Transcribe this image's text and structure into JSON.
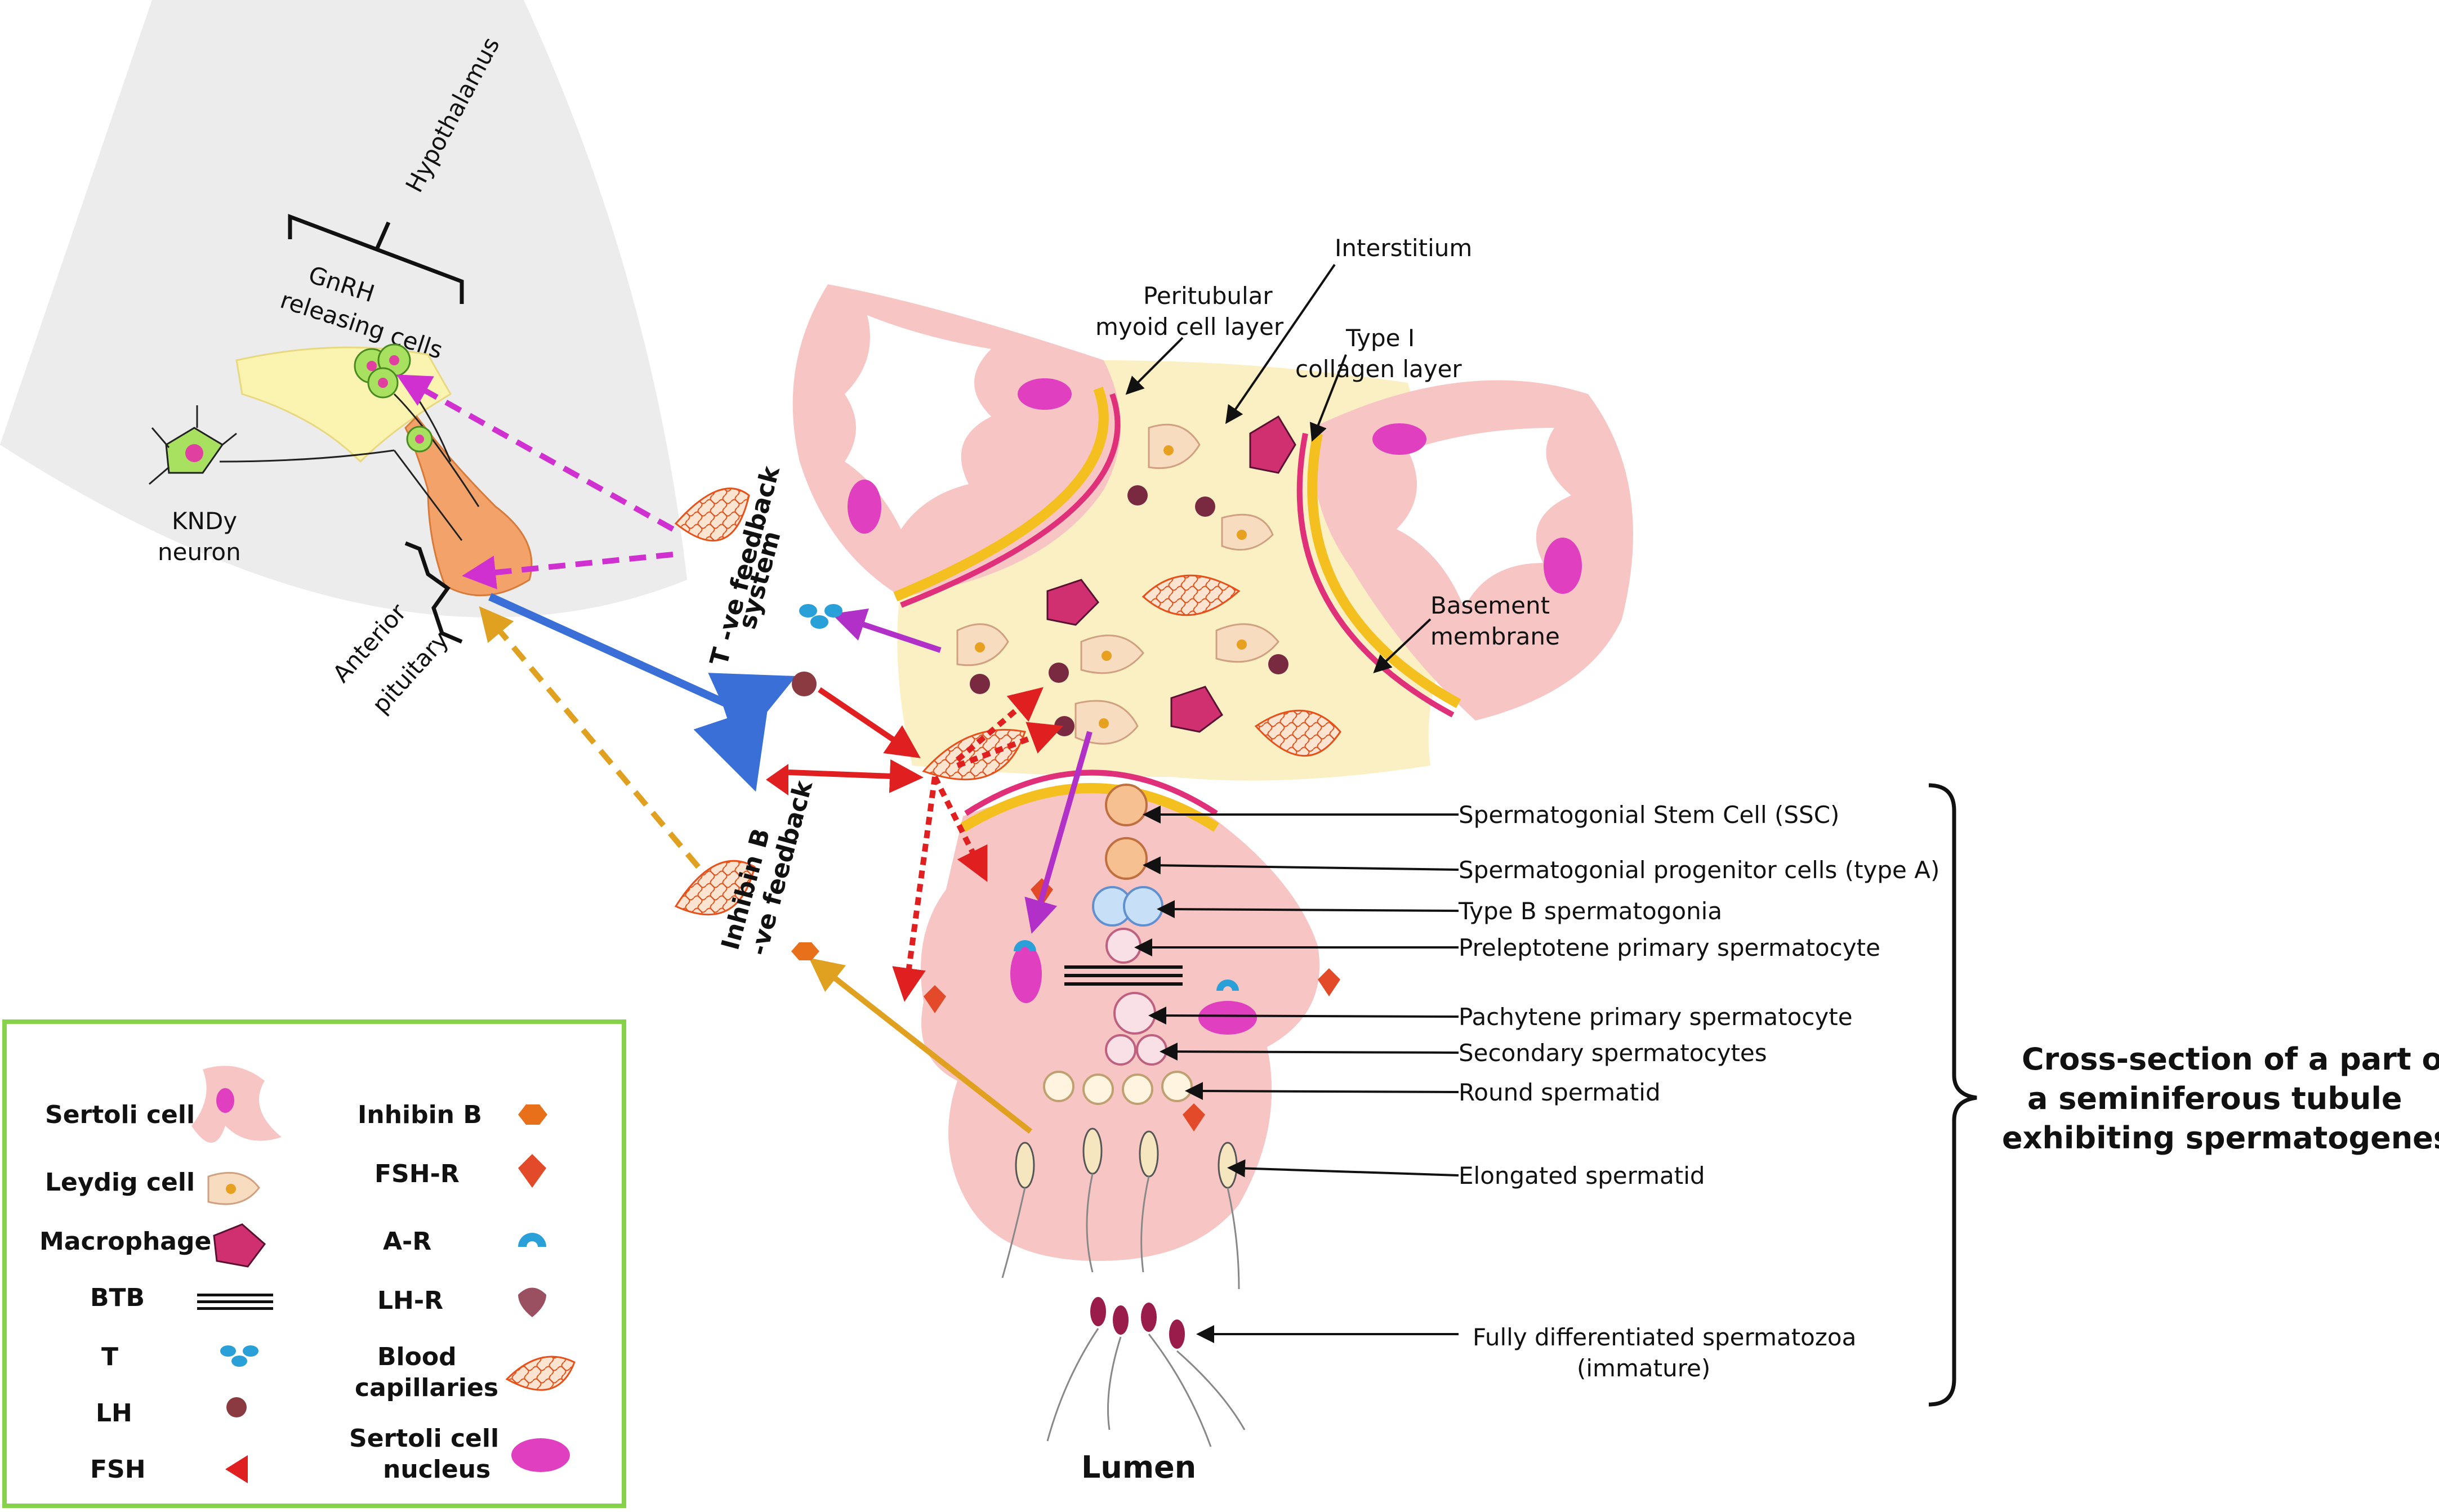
{
  "brain": {
    "hypothalamus": "Hypothalamus",
    "gnrh_line1": "GnRH",
    "gnrh_line2": "releasing cells",
    "kndy_line1": "KNDy",
    "kndy_line2": "neuron",
    "ant_line1": "Anterior",
    "ant_line2": "pituitary"
  },
  "feedback": {
    "t_line1": "T -ve feedback",
    "t_line2": "system",
    "inh_line1": "Inhibin B",
    "inh_line2": "-ve feedback"
  },
  "tubule_labels": {
    "peritubular_line1": "Peritubular",
    "peritubular_line2": "myoid cell layer",
    "interstitium": "Interstitium",
    "collagen_line1": "Type I",
    "collagen_line2": "collagen layer",
    "basement_line1": "Basement",
    "basement_line2": "membrane",
    "lumen": "Lumen"
  },
  "stages": [
    "Spermatogonial Stem Cell (SSC)",
    "Spermatogonial progenitor cells (type A)",
    "Type B spermatogonia",
    "Preleptotene primary spermatocyte",
    "Pachytene primary spermatocyte",
    "Secondary spermatocytes",
    "Round spermatid",
    "Elongated spermatid"
  ],
  "spermatozoa_line1": "Fully differentiated spermatozoa",
  "spermatozoa_line2": "(immature)",
  "cross_section_line1": "Cross-section of a part of",
  "cross_section_line2": "a seminiferous tubule",
  "cross_section_line3": "exhibiting spermatogenesis",
  "legend": {
    "sertoli": "Sertoli cell",
    "leydig": "Leydig cell",
    "macrophage": "Macrophage",
    "btb": "BTB",
    "t": "T",
    "lh": "LH",
    "fsh": "FSH",
    "inhibin": "Inhibin B",
    "fshr": "FSH-R",
    "ar": "A-R",
    "lhr": "LH-R",
    "blood_line1": "Blood",
    "blood_line2": "capillaries",
    "nucleus_line1": "Sertoli cell",
    "nucleus_line2": "nucleus"
  },
  "colors": {
    "lh_arrow": "#3a6fd8",
    "stimulation": "#e02020",
    "t_feedback": "#b030c8",
    "inhibin_feedback": "#e0a020",
    "sertoli": "#f7c6c4",
    "interstitium": "#fbf0c4",
    "legend_border": "#86d24a"
  }
}
